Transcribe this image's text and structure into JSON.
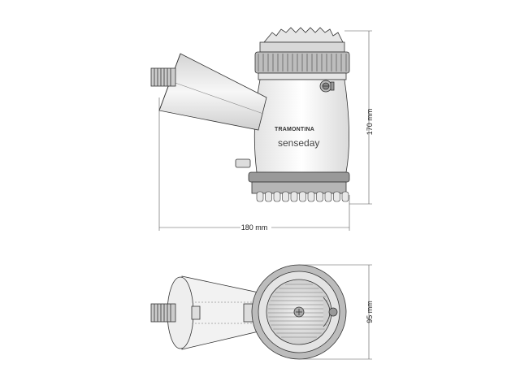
{
  "dimensions": {
    "width_label": "180 mm",
    "height_label": "170 mm",
    "depth_label": "95 mm"
  },
  "product": {
    "brand": "TRAMONTINA",
    "model": "senseday"
  },
  "colors": {
    "stroke": "#333333",
    "fill_light": "#f4f4f4",
    "fill_mid": "#dcdcdc",
    "fill_dark": "#9a9a9a"
  }
}
